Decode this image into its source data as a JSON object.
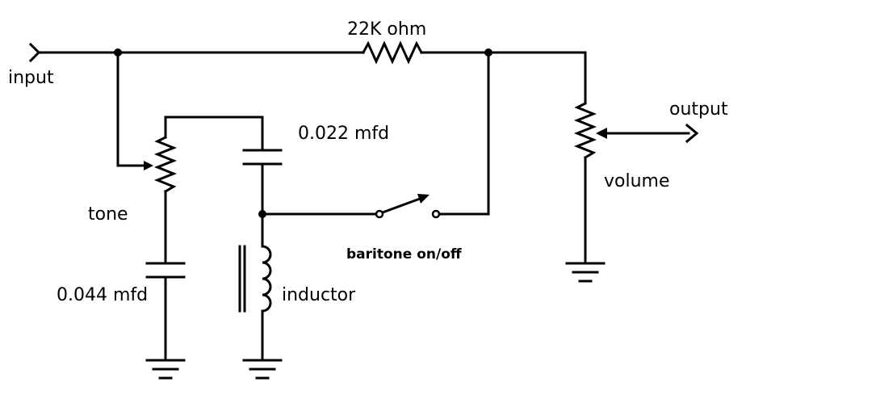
{
  "labels": {
    "input": "input",
    "resistor": "22K ohm",
    "tone": "tone",
    "cap1": "0.022 mfd",
    "cap2": "0.044 mfd",
    "inductor": "inductor",
    "switch": "baritone on/off",
    "output": "output",
    "volume": "volume"
  },
  "colors": {
    "ink": "#000000",
    "background": "#ffffff"
  }
}
